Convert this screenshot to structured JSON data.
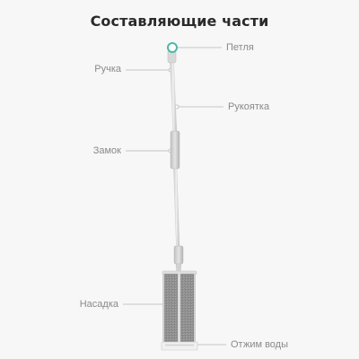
{
  "title": "Составляющие части",
  "labels": {
    "loop": "Петля",
    "handle": "Ручка",
    "grip": "Рукоятка",
    "lock": "Замок",
    "head": "Насадка",
    "wringer": "Отжим воды"
  },
  "colors": {
    "background": "#f7f7f7",
    "title": "#2a2a2a",
    "label": "#8a8a8a",
    "leader_line": "#b5b5b5",
    "pole": "#dcdcdc",
    "pad": "#8e8e8e",
    "loop_accent": "#4cb8a8"
  }
}
